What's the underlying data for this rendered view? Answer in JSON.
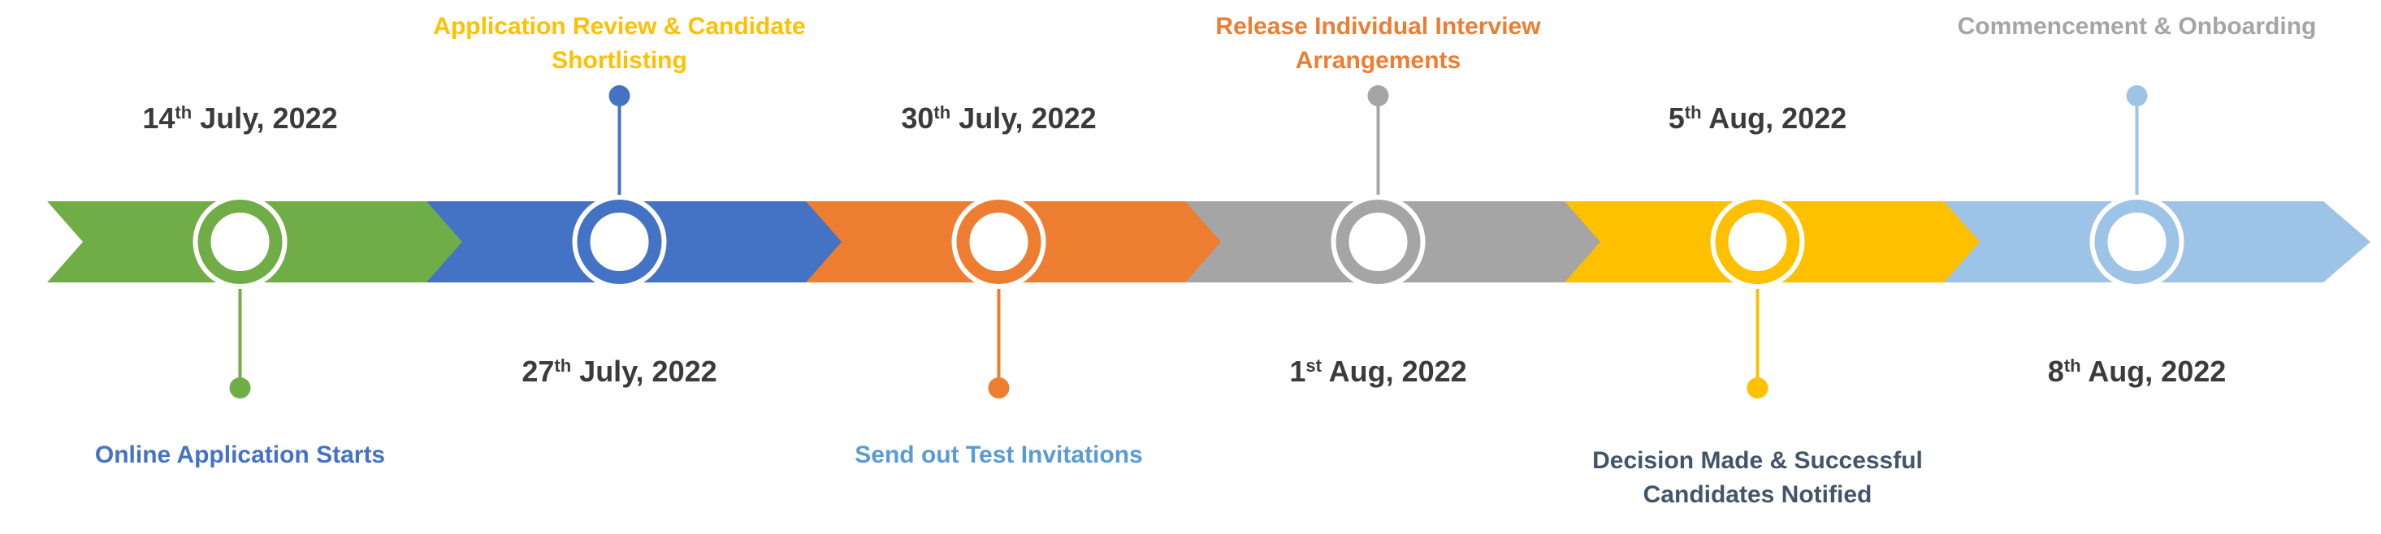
{
  "colors": {
    "green": "#70ad47",
    "blue": "#4472c4",
    "orange": "#ed7d31",
    "gray": "#a5a5a5",
    "yellow": "#ffc000",
    "light_blue": "#9dc3e6",
    "date_text": "#3b3b3b",
    "label_light_blue": "#5b9bd5",
    "label_dark": "#44546a"
  },
  "milestones": [
    {
      "date_day": "14",
      "date_suffix": "th",
      "date_rest": " July, 2022",
      "label_lines": [
        "Online Application Starts"
      ],
      "color": "#70ad47",
      "label_color": "#4472c4",
      "marker": "ring-with-stem-down"
    },
    {
      "date_day": "27",
      "date_suffix": "th",
      "date_rest": " July, 2022",
      "label_lines": [
        "Application Review & Candidate",
        "Shortlisting"
      ],
      "color": "#4472c4",
      "label_color": "#ffc000",
      "marker": "ring-with-stem-up"
    },
    {
      "date_day": "30",
      "date_suffix": "th",
      "date_rest": " July, 2022",
      "label_lines": [
        "Send out  Test Invitations"
      ],
      "color": "#ed7d31",
      "label_color": "#5b9bd5",
      "marker": "ring-with-stem-down"
    },
    {
      "date_day": "1",
      "date_suffix": "st",
      "date_rest": " Aug, 2022",
      "label_lines": [
        "Release Individual Interview",
        "Arrangements"
      ],
      "color": "#a5a5a5",
      "label_color": "#ed7d31",
      "marker": "ring-with-stem-up"
    },
    {
      "date_day": "5",
      "date_suffix": "th",
      "date_rest": " Aug, 2022",
      "label_lines": [
        "Decision Made & Successful",
        "Candidates Notified"
      ],
      "color": "#ffc000",
      "label_color": "#44546a",
      "marker": "ring-with-stem-down"
    },
    {
      "date_day": "8",
      "date_suffix": "th",
      "date_rest": " Aug, 2022",
      "label_lines": [
        "Commencement & Onboarding"
      ],
      "color": "#9dc3e6",
      "label_color": "#a5a5a5",
      "marker": "ring-with-stem-up"
    }
  ]
}
